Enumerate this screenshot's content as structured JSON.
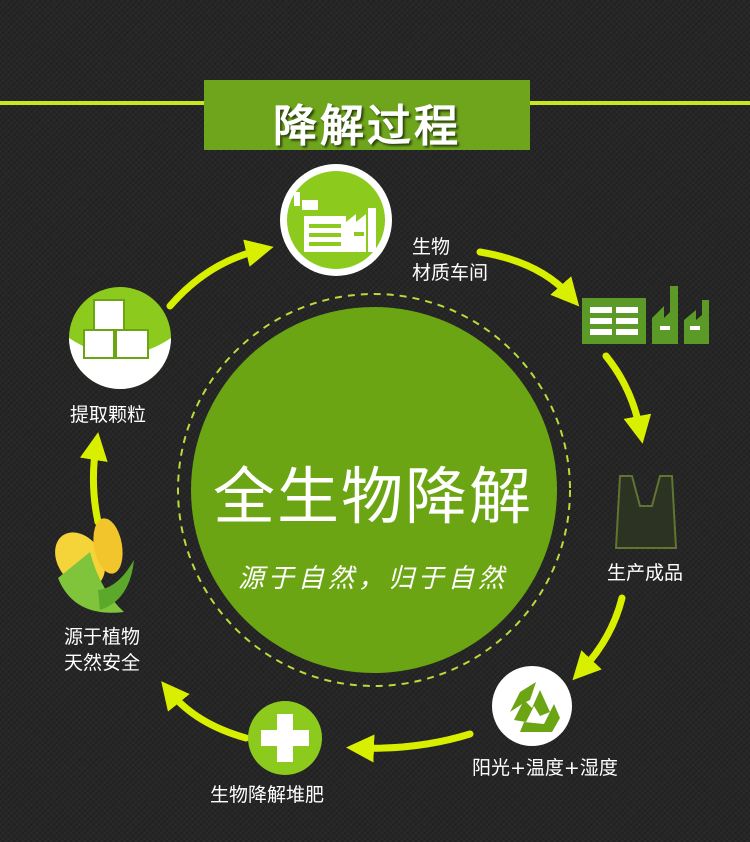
{
  "header": {
    "title": "降解过程"
  },
  "center": {
    "title": "全生物降解",
    "slogan": "源于自然，归于自然"
  },
  "steps": {
    "workshop": {
      "label_line1": "生物",
      "label_line2": "材质车间",
      "icon": "factory-icon"
    },
    "product": {
      "label": "生产成品",
      "icon": "bag-icon"
    },
    "conditions": {
      "label": "阳光+温度+湿度",
      "icon": "recycle-icon"
    },
    "compost": {
      "label": "生物降解堆肥",
      "icon": "plus-icon"
    },
    "plant": {
      "label_line1": "源于植物",
      "label_line2": "天然安全",
      "icon": "corn-icon"
    },
    "granule": {
      "label": "提取颗粒",
      "icon": "cubes-icon"
    }
  },
  "colors": {
    "background": "#262626",
    "accent_line": "#c6e81c",
    "title_box": "#6ea51c",
    "center_circle": "#6ba513",
    "arrow": "#d8f000",
    "factory_green": "#5c9a28"
  }
}
